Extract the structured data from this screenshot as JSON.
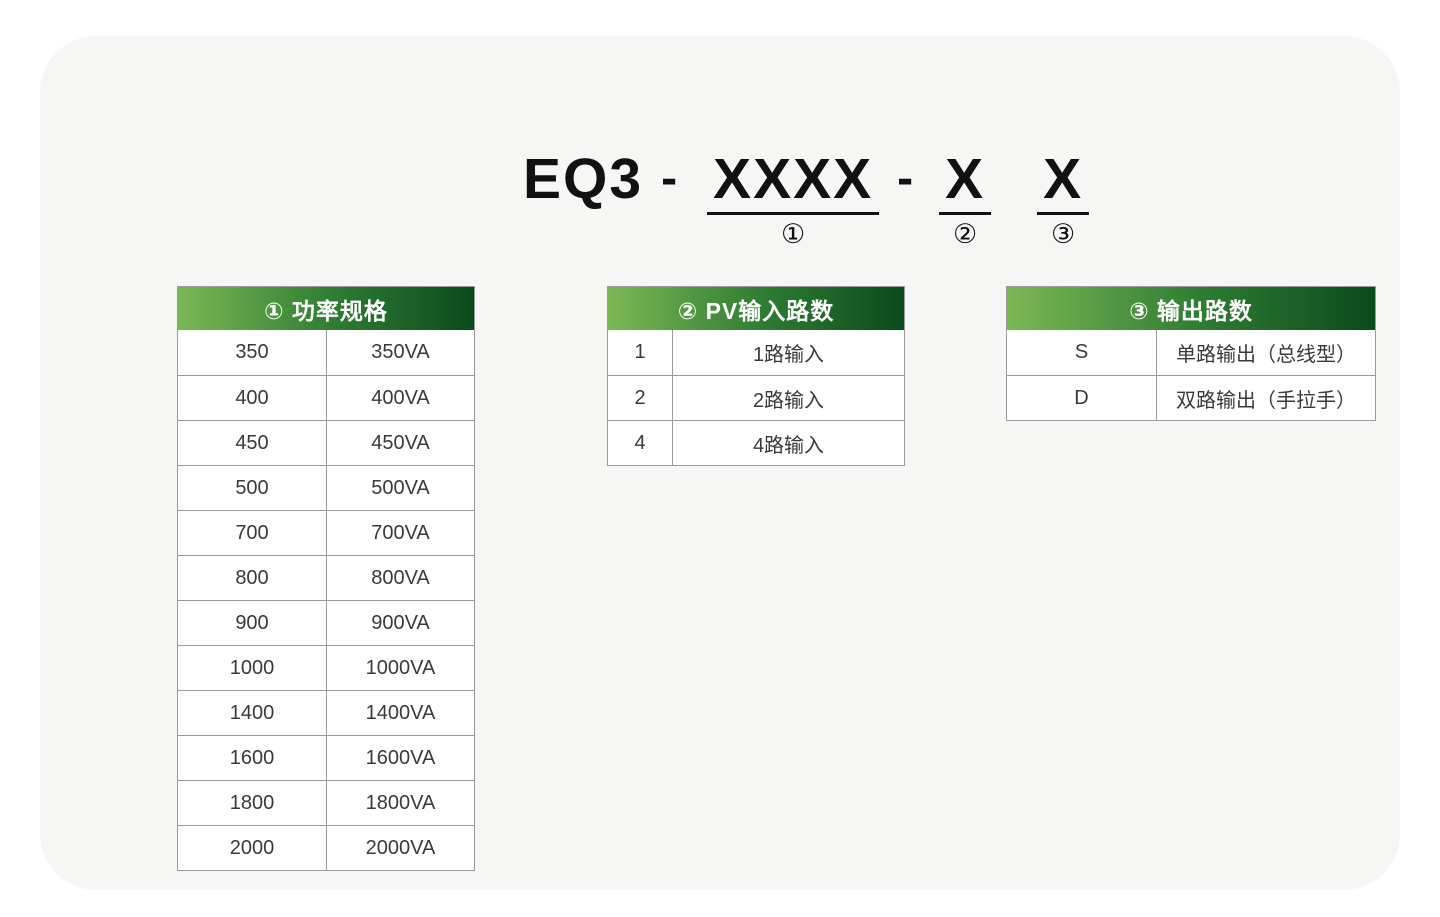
{
  "title": {
    "prefix": "EQ3",
    "separator": "-",
    "segment1": "XXXX",
    "segment2": "X",
    "segment3": "X",
    "marker1": "①",
    "marker2": "②",
    "marker3": "③"
  },
  "colors": {
    "card_bg": "#f6f6f5",
    "header_gradient_start": "#7cb855",
    "header_gradient_mid": "#2f7d33",
    "header_gradient_end": "#0a4a1d",
    "table_border": "#9a9a9a",
    "cell_text": "#3a3a3a",
    "header_text": "#ffffff"
  },
  "tables": [
    {
      "id": "power-spec",
      "header": "① 功率规格",
      "rows": [
        [
          "350",
          "350VA"
        ],
        [
          "400",
          "400VA"
        ],
        [
          "450",
          "450VA"
        ],
        [
          "500",
          "500VA"
        ],
        [
          "700",
          "700VA"
        ],
        [
          "800",
          "800VA"
        ],
        [
          "900",
          "900VA"
        ],
        [
          "1000",
          "1000VA"
        ],
        [
          "1400",
          "1400VA"
        ],
        [
          "1600",
          "1600VA"
        ],
        [
          "1800",
          "1800VA"
        ],
        [
          "2000",
          "2000VA"
        ]
      ]
    },
    {
      "id": "pv-input-count",
      "header": "② PV输入路数",
      "rows": [
        [
          "1",
          "1路输入"
        ],
        [
          "2",
          "2路输入"
        ],
        [
          "4",
          "4路输入"
        ]
      ]
    },
    {
      "id": "output-count",
      "header": "③ 输出路数",
      "rows": [
        [
          "S",
          "单路输出（总线型）"
        ],
        [
          "D",
          "双路输出（手拉手）"
        ]
      ]
    }
  ]
}
